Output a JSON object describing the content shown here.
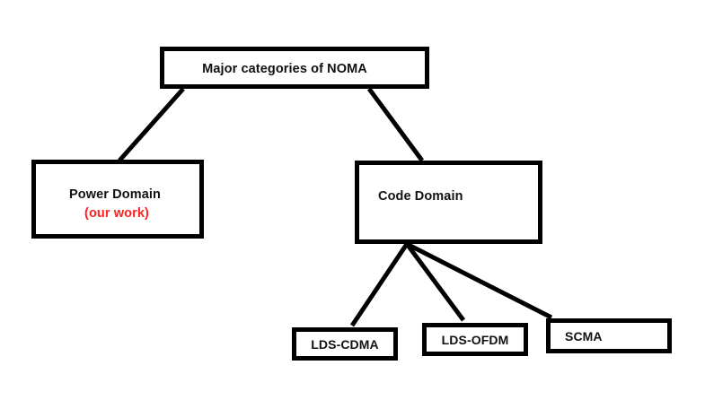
{
  "diagram": {
    "title": "Major categories of NOMA",
    "background_color": "#ffffff",
    "line_color": "#000000",
    "accent_color": "#ff2020",
    "nodes": {
      "root": {
        "label": "Major categories of NOMA"
      },
      "power_domain": {
        "label": "Power Domain",
        "sublabel": "(our work)",
        "sublabel_color": "#ff2020"
      },
      "code_domain": {
        "label": "Code Domain"
      },
      "lds_cdma": {
        "label": "LDS-CDMA"
      },
      "lds_ofdm": {
        "label": "LDS-OFDM"
      },
      "scma": {
        "label": "SCMA"
      }
    }
  }
}
